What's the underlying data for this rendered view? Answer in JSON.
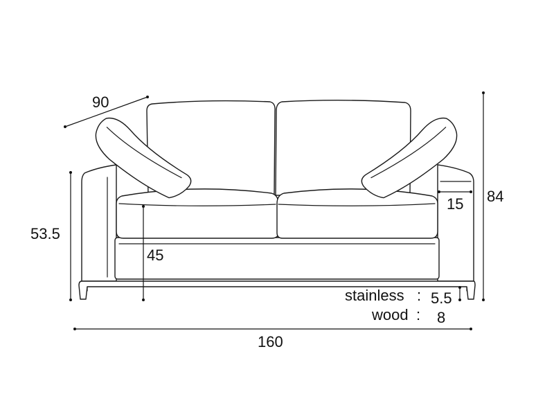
{
  "diagram": {
    "subject": "sofa",
    "colors": {
      "line": "#1a1a1a",
      "background": "#ffffff"
    },
    "dimensions": {
      "depth": "90",
      "total_height": "84",
      "arm_height": "53.5",
      "seat_height": "45",
      "arm_width": "15",
      "total_width": "160"
    },
    "legs": {
      "stainless_label": "stainless",
      "stainless_sep": ":",
      "stainless_value": "5.5",
      "wood_label": "wood",
      "wood_sep": ":",
      "wood_value": "8"
    }
  }
}
